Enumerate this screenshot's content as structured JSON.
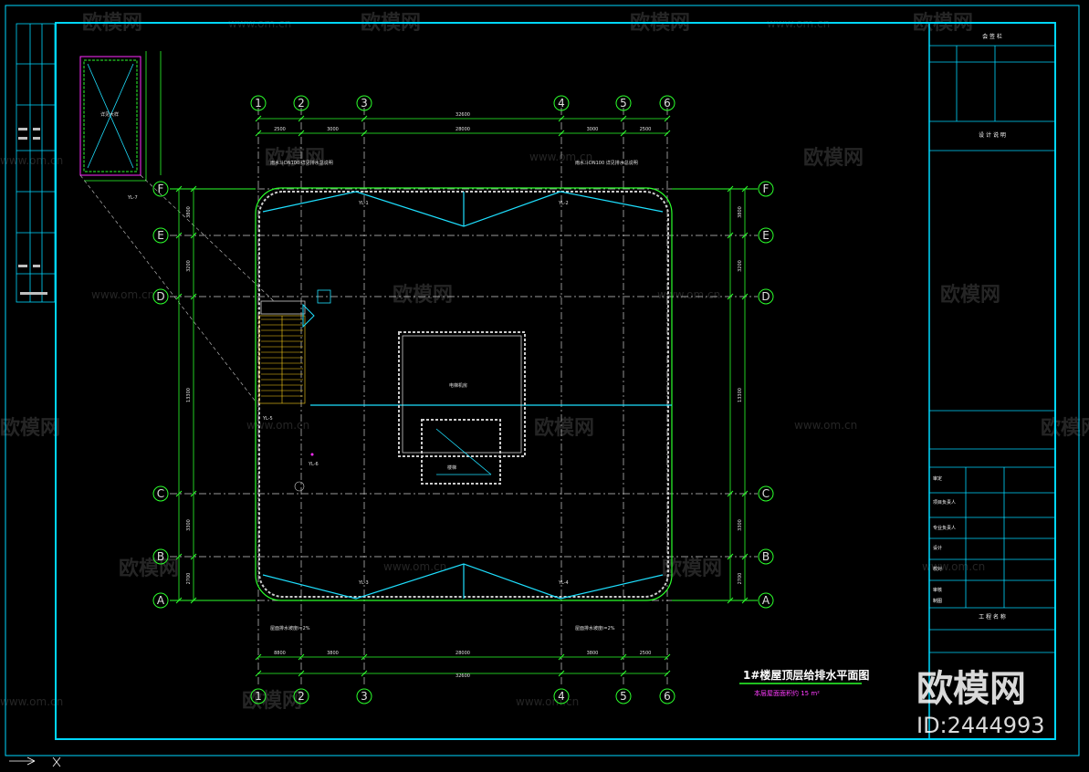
{
  "drawing": {
    "title": "1#楼屋顶层给排水平面图",
    "subtitle": "本层屋面面积约 15 m²",
    "center_room_label": "电梯机房",
    "small_room_label": "楼梯",
    "axis_top": [
      "1",
      "2",
      "3",
      "4",
      "5",
      "6"
    ],
    "axis_bottom": [
      "1",
      "2",
      "3",
      "4",
      "5",
      "6"
    ],
    "axis_left": [
      "F",
      "E",
      "D",
      "C",
      "B",
      "A"
    ],
    "axis_right": [
      "F",
      "E",
      "D",
      "C",
      "B",
      "A"
    ],
    "dim_top_total": "32600",
    "dim_top_parts": [
      "2500",
      "3000",
      "28000",
      "3000",
      "2500"
    ],
    "dim_bottom_total": "32600",
    "dim_bottom_parts": [
      "8800",
      "3800",
      "28000",
      "3800",
      "2500"
    ],
    "dim_left": [
      "3800",
      "3200",
      "13300",
      "3300",
      "2700"
    ],
    "dim_right": [
      "3800",
      "3200",
      "13300",
      "3300",
      "2700"
    ],
    "pipe_labels": [
      "YL-1",
      "YL-2",
      "YL-3",
      "YL-4",
      "YL-5",
      "YL-6",
      "YL-7"
    ],
    "notes": [
      "雨水斗DN100 详见排水总说明",
      "屋面排水坡度i=2%"
    ],
    "detail_label": "详见大样"
  },
  "title_block": {
    "header": "会 签 栏",
    "design_note": "设 计 说 明",
    "rows": [
      "审定",
      "项目负责人",
      "专业负责人",
      "设计",
      "校对",
      "审核",
      "制图"
    ],
    "project_label": "工 程 名 称"
  },
  "watermark": {
    "brand": "欧模网",
    "url": "www.om.cn",
    "id": "ID:2444993"
  },
  "colors": {
    "border": "#00d7ff",
    "wall": "#2bff2b",
    "dashed": "#cccccc",
    "pipe": "#1ee0ff",
    "stair": "#ffd21a",
    "magenta": "#ff2dff"
  }
}
